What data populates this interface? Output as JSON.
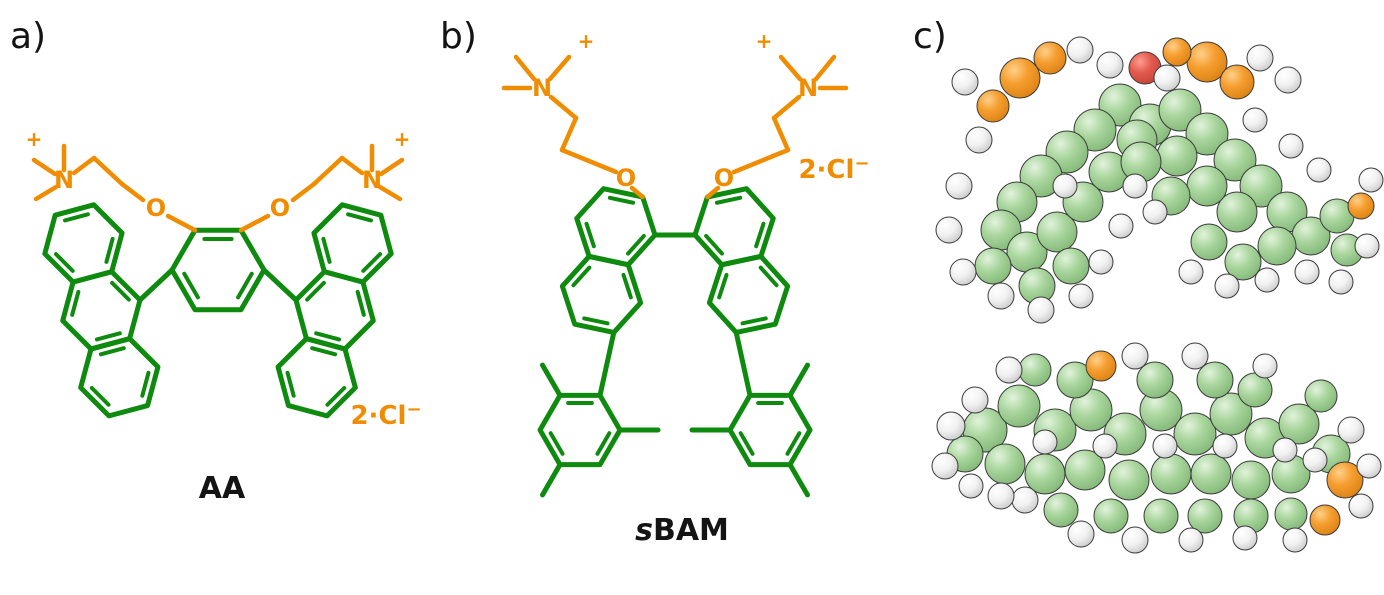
{
  "colors": {
    "skeleton_green": "#0e8a0e",
    "substituent_orange": "#f08c00",
    "text_black": "#141414",
    "background": "#ffffff"
  },
  "panel_a": {
    "label": "a)",
    "molecule_name": "AA",
    "nitrogen": "N",
    "oxygen": "O",
    "plus": "+",
    "counterion_text": "2·Cl",
    "counterion_charge": "−"
  },
  "panel_b": {
    "label": "b)",
    "molecule_name_prefix": "s",
    "molecule_name_main": "BAM",
    "nitrogen": "N",
    "oxygen": "O",
    "plus": "+",
    "counterion_text": "2·Cl",
    "counterion_charge": "−"
  },
  "panel_c": {
    "label": "c)",
    "model": {
      "sphere_colors": {
        "carbon_green": "#a8d59c",
        "hydrogen_white": "#f1f1f1",
        "heteroatom_orange": "#f59d2e",
        "oxygen_red": "#e25a4e"
      },
      "top_cluster": [
        [
          215,
          95,
          21,
          "C"
        ],
        [
          245,
          115,
          21,
          "C"
        ],
        [
          190,
          120,
          21,
          "C"
        ],
        [
          162,
          142,
          21,
          "C"
        ],
        [
          136,
          166,
          21,
          "C"
        ],
        [
          112,
          192,
          20,
          "C"
        ],
        [
          96,
          220,
          20,
          "C"
        ],
        [
          122,
          242,
          20,
          "C"
        ],
        [
          152,
          222,
          20,
          "C"
        ],
        [
          178,
          192,
          20,
          "C"
        ],
        [
          204,
          162,
          20,
          "C"
        ],
        [
          88,
          256,
          18,
          "C"
        ],
        [
          132,
          276,
          18,
          "C"
        ],
        [
          166,
          256,
          18,
          "C"
        ],
        [
          232,
          130,
          20,
          "C"
        ],
        [
          275,
          100,
          21,
          "C"
        ],
        [
          302,
          124,
          21,
          "C"
        ],
        [
          330,
          150,
          21,
          "C"
        ],
        [
          356,
          176,
          21,
          "C"
        ],
        [
          332,
          202,
          20,
          "C"
        ],
        [
          302,
          176,
          20,
          "C"
        ],
        [
          272,
          146,
          20,
          "C"
        ],
        [
          382,
          202,
          20,
          "C"
        ],
        [
          406,
          226,
          19,
          "C"
        ],
        [
          372,
          236,
          19,
          "C"
        ],
        [
          338,
          252,
          18,
          "C"
        ],
        [
          304,
          232,
          18,
          "C"
        ],
        [
          432,
          206,
          17,
          "C"
        ],
        [
          442,
          240,
          16,
          "C"
        ],
        [
          266,
          186,
          19,
          "C"
        ],
        [
          236,
          152,
          20,
          "C"
        ],
        [
          115,
          68,
          20,
          "P"
        ],
        [
          145,
          48,
          16,
          "P"
        ],
        [
          88,
          96,
          16,
          "P"
        ],
        [
          302,
          52,
          20,
          "P"
        ],
        [
          332,
          72,
          17,
          "P"
        ],
        [
          272,
          42,
          14,
          "P"
        ],
        [
          456,
          196,
          13,
          "P"
        ],
        [
          240,
          58,
          16,
          "O"
        ],
        [
          175,
          40,
          13,
          "H"
        ],
        [
          205,
          55,
          13,
          "H"
        ],
        [
          262,
          68,
          13,
          "H"
        ],
        [
          355,
          48,
          13,
          "H"
        ],
        [
          383,
          70,
          13,
          "H"
        ],
        [
          60,
          72,
          13,
          "H"
        ],
        [
          74,
          130,
          13,
          "H"
        ],
        [
          54,
          176,
          13,
          "H"
        ],
        [
          44,
          220,
          13,
          "H"
        ],
        [
          58,
          262,
          13,
          "H"
        ],
        [
          96,
          286,
          13,
          "H"
        ],
        [
          136,
          300,
          13,
          "H"
        ],
        [
          176,
          286,
          12,
          "H"
        ],
        [
          196,
          252,
          12,
          "H"
        ],
        [
          216,
          216,
          12,
          "H"
        ],
        [
          250,
          202,
          12,
          "H"
        ],
        [
          286,
          262,
          12,
          "H"
        ],
        [
          322,
          276,
          12,
          "H"
        ],
        [
          362,
          270,
          12,
          "H"
        ],
        [
          402,
          262,
          12,
          "H"
        ],
        [
          436,
          272,
          12,
          "H"
        ],
        [
          462,
          236,
          12,
          "H"
        ],
        [
          466,
          170,
          12,
          "H"
        ],
        [
          414,
          160,
          12,
          "H"
        ],
        [
          386,
          136,
          12,
          "H"
        ],
        [
          350,
          110,
          12,
          "H"
        ],
        [
          230,
          176,
          12,
          "H"
        ],
        [
          160,
          176,
          12,
          "H"
        ]
      ],
      "bottom_cluster": [
        [
          80,
          420,
          22,
          "C"
        ],
        [
          114,
          396,
          21,
          "C"
        ],
        [
          150,
          420,
          21,
          "C"
        ],
        [
          186,
          400,
          21,
          "C"
        ],
        [
          220,
          424,
          21,
          "C"
        ],
        [
          256,
          400,
          21,
          "C"
        ],
        [
          290,
          424,
          21,
          "C"
        ],
        [
          326,
          404,
          21,
          "C"
        ],
        [
          360,
          428,
          20,
          "C"
        ],
        [
          394,
          414,
          20,
          "C"
        ],
        [
          426,
          444,
          19,
          "C"
        ],
        [
          100,
          454,
          20,
          "C"
        ],
        [
          140,
          464,
          20,
          "C"
        ],
        [
          180,
          460,
          20,
          "C"
        ],
        [
          224,
          470,
          20,
          "C"
        ],
        [
          266,
          464,
          20,
          "C"
        ],
        [
          306,
          464,
          20,
          "C"
        ],
        [
          346,
          470,
          19,
          "C"
        ],
        [
          386,
          464,
          19,
          "C"
        ],
        [
          60,
          444,
          18,
          "C"
        ],
        [
          250,
          370,
          18,
          "C"
        ],
        [
          310,
          370,
          18,
          "C"
        ],
        [
          170,
          370,
          18,
          "C"
        ],
        [
          130,
          360,
          16,
          "C"
        ],
        [
          350,
          380,
          17,
          "C"
        ],
        [
          416,
          386,
          16,
          "C"
        ],
        [
          386,
          504,
          16,
          "C"
        ],
        [
          346,
          506,
          17,
          "C"
        ],
        [
          300,
          506,
          17,
          "C"
        ],
        [
          256,
          506,
          17,
          "C"
        ],
        [
          206,
          506,
          17,
          "C"
        ],
        [
          156,
          500,
          17,
          "C"
        ],
        [
          196,
          356,
          15,
          "P"
        ],
        [
          440,
          470,
          18,
          "P"
        ],
        [
          420,
          510,
          15,
          "P"
        ],
        [
          46,
          416,
          14,
          "H"
        ],
        [
          40,
          456,
          13,
          "H"
        ],
        [
          70,
          390,
          13,
          "H"
        ],
        [
          104,
          360,
          13,
          "H"
        ],
        [
          230,
          346,
          13,
          "H"
        ],
        [
          290,
          346,
          13,
          "H"
        ],
        [
          360,
          356,
          12,
          "H"
        ],
        [
          446,
          420,
          13,
          "H"
        ],
        [
          464,
          456,
          12,
          "H"
        ],
        [
          456,
          496,
          12,
          "H"
        ],
        [
          120,
          490,
          13,
          "H"
        ],
        [
          96,
          486,
          13,
          "H"
        ],
        [
          176,
          524,
          13,
          "H"
        ],
        [
          230,
          530,
          13,
          "H"
        ],
        [
          286,
          530,
          12,
          "H"
        ],
        [
          340,
          528,
          12,
          "H"
        ],
        [
          390,
          530,
          12,
          "H"
        ],
        [
          140,
          432,
          12,
          "H"
        ],
        [
          200,
          436,
          12,
          "H"
        ],
        [
          260,
          436,
          12,
          "H"
        ],
        [
          320,
          436,
          12,
          "H"
        ],
        [
          380,
          440,
          12,
          "H"
        ],
        [
          66,
          476,
          12,
          "H"
        ],
        [
          410,
          450,
          12,
          "H"
        ]
      ]
    }
  }
}
